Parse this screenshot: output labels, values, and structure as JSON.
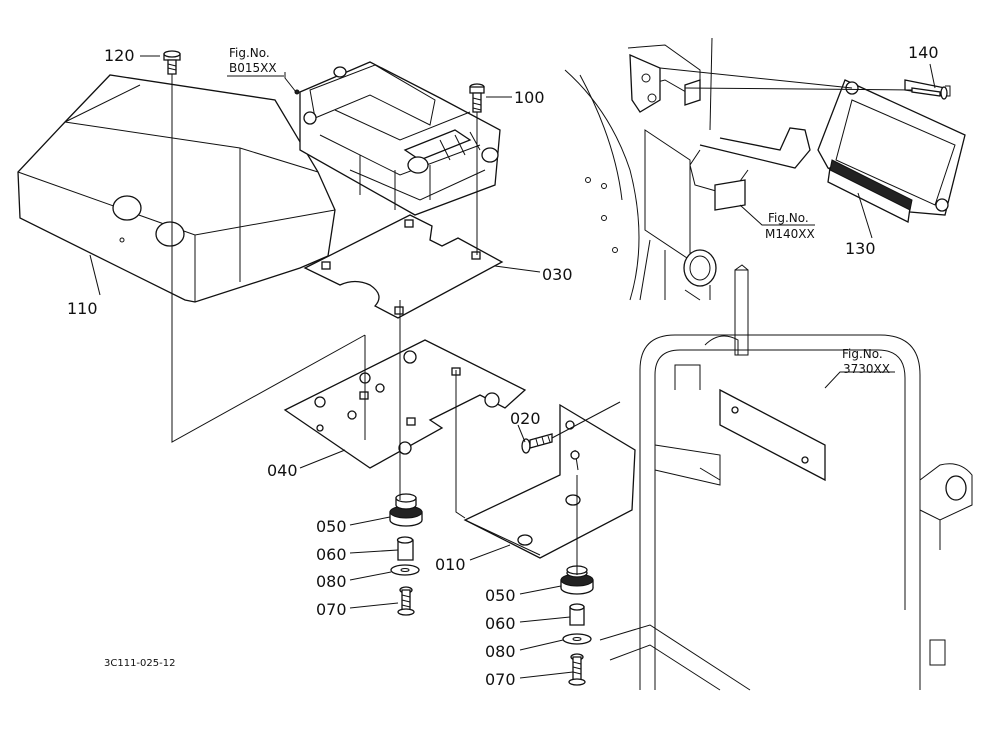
{
  "diagram": {
    "callouts": [
      {
        "id": "c120",
        "text": "120"
      },
      {
        "id": "c100",
        "text": "100"
      },
      {
        "id": "c140",
        "text": "140"
      },
      {
        "id": "c130",
        "text": "130"
      },
      {
        "id": "c110",
        "text": "110"
      },
      {
        "id": "c030",
        "text": "030"
      },
      {
        "id": "c040",
        "text": "040"
      },
      {
        "id": "c020",
        "text": "020"
      },
      {
        "id": "c010",
        "text": "010"
      },
      {
        "id": "c050a",
        "text": "050"
      },
      {
        "id": "c060a",
        "text": "060"
      },
      {
        "id": "c080a",
        "text": "080"
      },
      {
        "id": "c070a",
        "text": "070"
      },
      {
        "id": "c050b",
        "text": "050"
      },
      {
        "id": "c060b",
        "text": "060"
      },
      {
        "id": "c080b",
        "text": "080"
      },
      {
        "id": "c070b",
        "text": "070"
      }
    ],
    "figure_refs": [
      {
        "id": "fB015",
        "line1": "Fig.No.",
        "line2": "B015XX"
      },
      {
        "id": "fM140",
        "line1": "Fig.No.",
        "line2": "M140XX"
      },
      {
        "id": "f3730",
        "line1": "Fig.No.",
        "line2": "3730XX"
      }
    ],
    "drawing_code": "3C111-025-12"
  }
}
